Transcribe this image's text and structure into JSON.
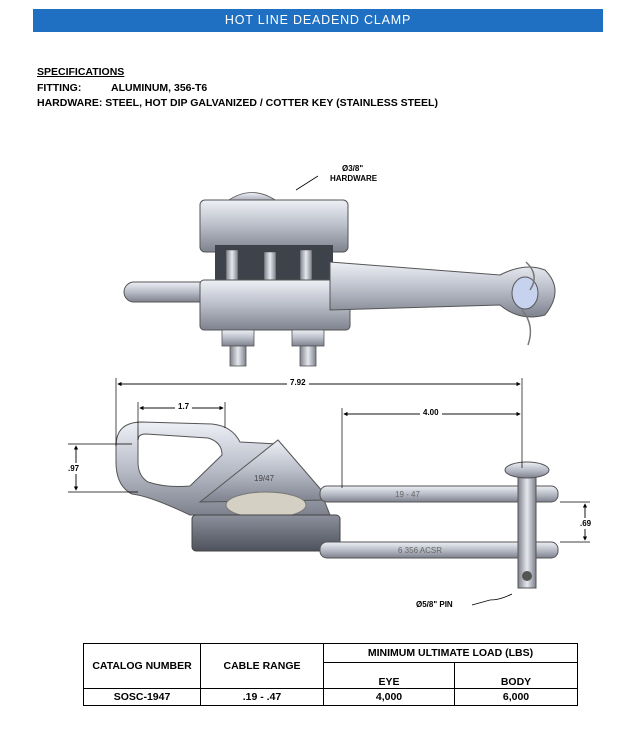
{
  "header": {
    "title": "HOT LINE DEADEND CLAMP",
    "color": "#1f6fc2"
  },
  "specifications": {
    "title": "SPECIFICATIONS",
    "fitting_label": "FITTING:",
    "fitting_value": "ALUMINUM, 356-T6",
    "hardware_label": "HARDWARE:",
    "hardware_value": "STEEL, HOT DIP GALVANIZED / COTTER KEY (STAINLESS STEEL)"
  },
  "drawing": {
    "hardware_callout_line1": "Ø3/8\"",
    "hardware_callout_line2": "HARDWARE",
    "pin_callout": "Ø5/8\" PIN",
    "dim_overall": "7.92",
    "dim_eye_width": "1.7",
    "dim_eye_height": ".97",
    "dim_body_to_pin": "4.00",
    "dim_jaw": ".69",
    "body_marking": "19/47",
    "arm_marking_1": "19 - 47",
    "arm_marking_2": "6  356 ACSR"
  },
  "table": {
    "col_catalog": "CATALOG NUMBER",
    "col_cable": "CABLE RANGE",
    "col_load": "MINIMUM ULTIMATE LOAD (LBS)",
    "col_eye": "EYE",
    "col_body": "BODY",
    "rows": [
      {
        "catalog": "SOSC-1947",
        "cable_range": ".19 - .47",
        "eye": "4,000",
        "body": "6,000"
      }
    ]
  }
}
